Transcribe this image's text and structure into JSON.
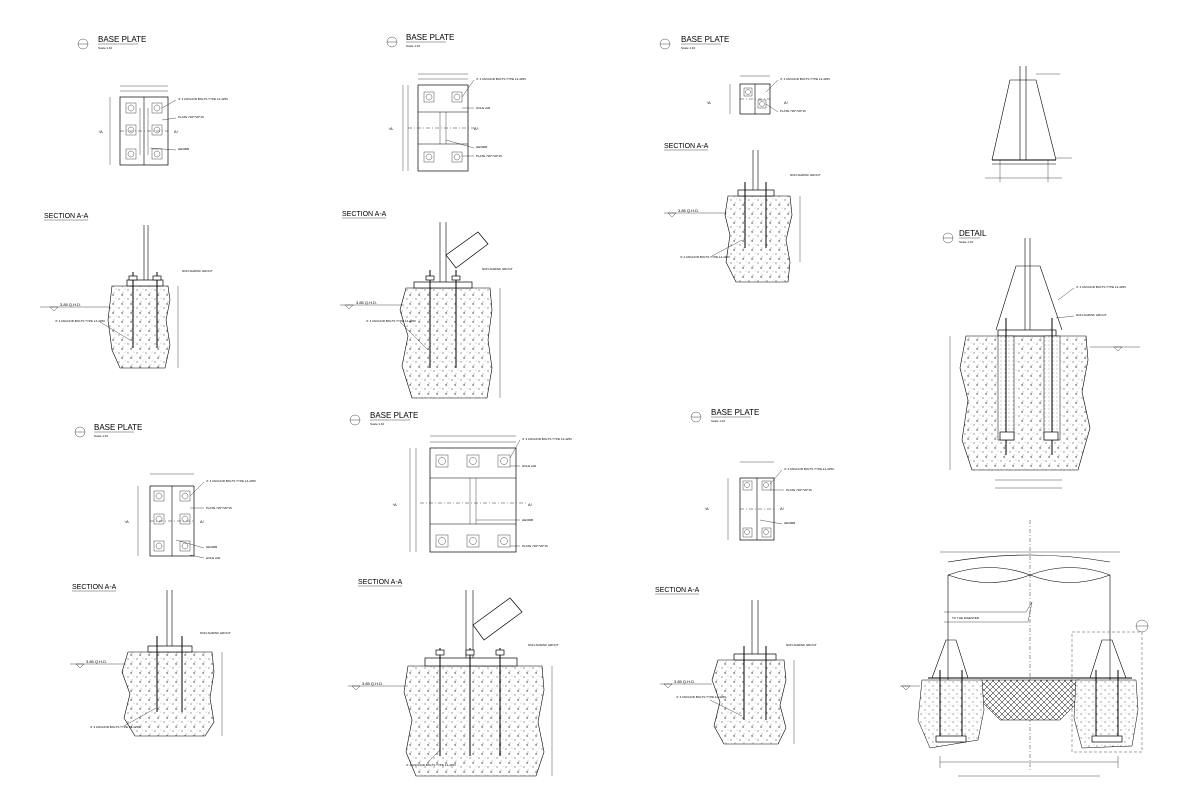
{
  "drawing": {
    "base_plate_title": "BASE PLATE",
    "section_title": "SECTION A-A",
    "detail_title": "DETAIL",
    "scale_text": "Scale 1:10",
    "section_marker_A_left": "↑A",
    "section_marker_A_right": "A↑",
    "level_text": "3.85 Q.H.D.",
    "anchor_note": "4\" 4 ANCHOR BOLTS TYPE 14-4250",
    "grout_note": "NON-SHRINK GROUT",
    "plate_note": "PLATE 720*720*15",
    "hole_note": "HOLE ø40",
    "member_note": "HE300B",
    "pipe_note": "TO THE DIGESTER"
  }
}
